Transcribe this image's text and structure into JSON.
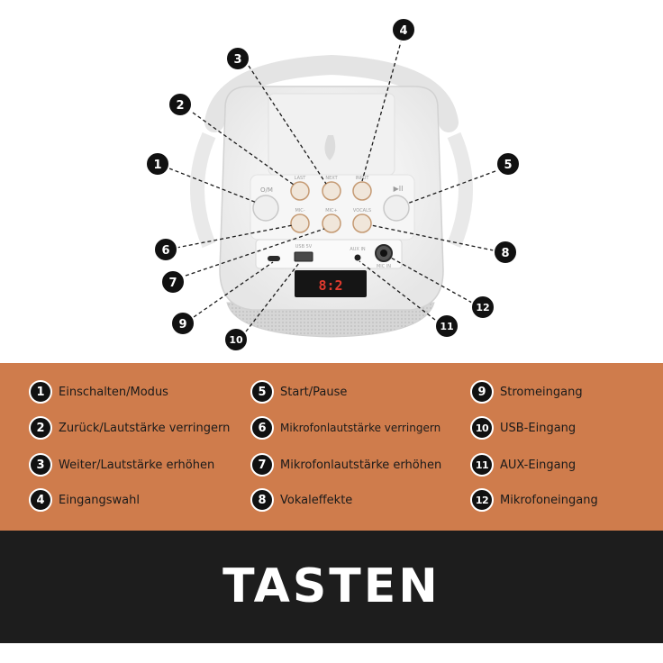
{
  "display_digits": "8:2",
  "panel_labels": [
    "O/M",
    "▶II",
    "LAST",
    "NEXT",
    "INPUT",
    "MIC-",
    "MIC+",
    "VOCALS",
    "USB 5V",
    "AUX IN",
    "MIC IN"
  ],
  "callout_numbers": [
    "1",
    "2",
    "3",
    "4",
    "5",
    "6",
    "7",
    "8",
    "9",
    "10",
    "11",
    "12"
  ],
  "legend": [
    {
      "number": "1",
      "label": "Einschalten/Modus"
    },
    {
      "number": "2",
      "label": "Zurück/Lautstärke verringern"
    },
    {
      "number": "3",
      "label": "Weiter/Lautstärke erhöhen"
    },
    {
      "number": "4",
      "label": "Eingangswahl"
    },
    {
      "number": "5",
      "label": "Start/Pause"
    },
    {
      "number": "6",
      "label": "Mikrofonlautstärke verringern"
    },
    {
      "number": "7",
      "label": "Mikrofonlautstärke erhöhen"
    },
    {
      "number": "8",
      "label": "Vokaleffekte"
    },
    {
      "number": "9",
      "label": "Stromeingang"
    },
    {
      "number": "10",
      "label": "USB-Eingang"
    },
    {
      "number": "11",
      "label": "AUX-Eingang"
    },
    {
      "number": "12",
      "label": "Mikrofoneingang"
    }
  ],
  "title": "TASTEN",
  "colors": {
    "panel": "#cf7c4c",
    "band": "#1d1d1d",
    "badge": "#111111",
    "device": "#f4f4f4"
  }
}
